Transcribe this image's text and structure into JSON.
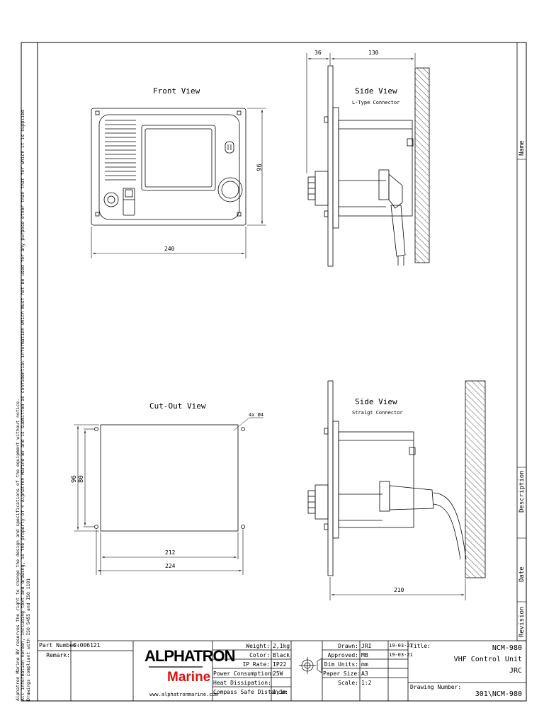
{
  "disclaimer": {
    "lines": [
      "Alphatron Marine BV reserves the right to change the design and specifications of the equipment without notice.",
      "All information hereon, including text and drawing, is the property of © Alphatron Marine BV and is submitted as confidential information which must not be used for any purpose other than that for which it is supplied",
      "Drawings compliant with ISO 5455 and ISO 1101"
    ]
  },
  "views": {
    "front": {
      "title": "Front View"
    },
    "side_l": {
      "title": "Side View",
      "subtitle": "L-Type Connector"
    },
    "cutout": {
      "title": "Cut-Out View",
      "hole_note": "4x Ø4"
    },
    "side_s": {
      "title": "Side View",
      "subtitle": "Straigt Connector"
    }
  },
  "dimensions": {
    "front_width": "240",
    "front_height": "96",
    "side_depth_1": "36",
    "side_depth_2": "130",
    "cutout_h_outer": "96",
    "cutout_h_inner": "80",
    "cutout_w_inner": "212",
    "cutout_w_outer": "224",
    "side_s_length": "210"
  },
  "revision_labels": {
    "name": "Name",
    "description": "Description",
    "date": "Date",
    "revision": "Revision"
  },
  "titleblock": {
    "part_number_label": "Part Number:",
    "part_number_value": "G-006121",
    "remark_label": "Remark:",
    "logo_top": "ALPHATRON",
    "logo_bottom": "Marine",
    "website": "www.alphatronmarine.com",
    "specs": [
      {
        "label": "Weight:",
        "value": "2,1kg"
      },
      {
        "label": "Color:",
        "value": "Black"
      },
      {
        "label": "IP Rate:",
        "value": "IP22"
      },
      {
        "label": "Power Consumption:",
        "value": "25W"
      },
      {
        "label": "Heat Dissipation:",
        "value": ""
      },
      {
        "label": "Compass Safe Distance:",
        "value": "1,1m"
      }
    ],
    "drawn_label": "Drawn:",
    "drawn_value": "JRI",
    "drawn_date": "19-03-21",
    "approved_label": "Approved:",
    "approved_value": "MB",
    "approved_date": "19-03-21",
    "dim_units_label": "Dim Units:",
    "dim_units_value": "mm",
    "paper_size_label": "Paper Size:",
    "paper_size_value": "A3",
    "scale_label": "Scale:",
    "scale_value": "1:2",
    "title_label": "Title:",
    "title_lines": [
      "NCM-980",
      "VHF Control Unit",
      "JRC"
    ],
    "drawing_number_label": "Drawing Number:",
    "drawing_number_value": "301\\NCM-980"
  }
}
